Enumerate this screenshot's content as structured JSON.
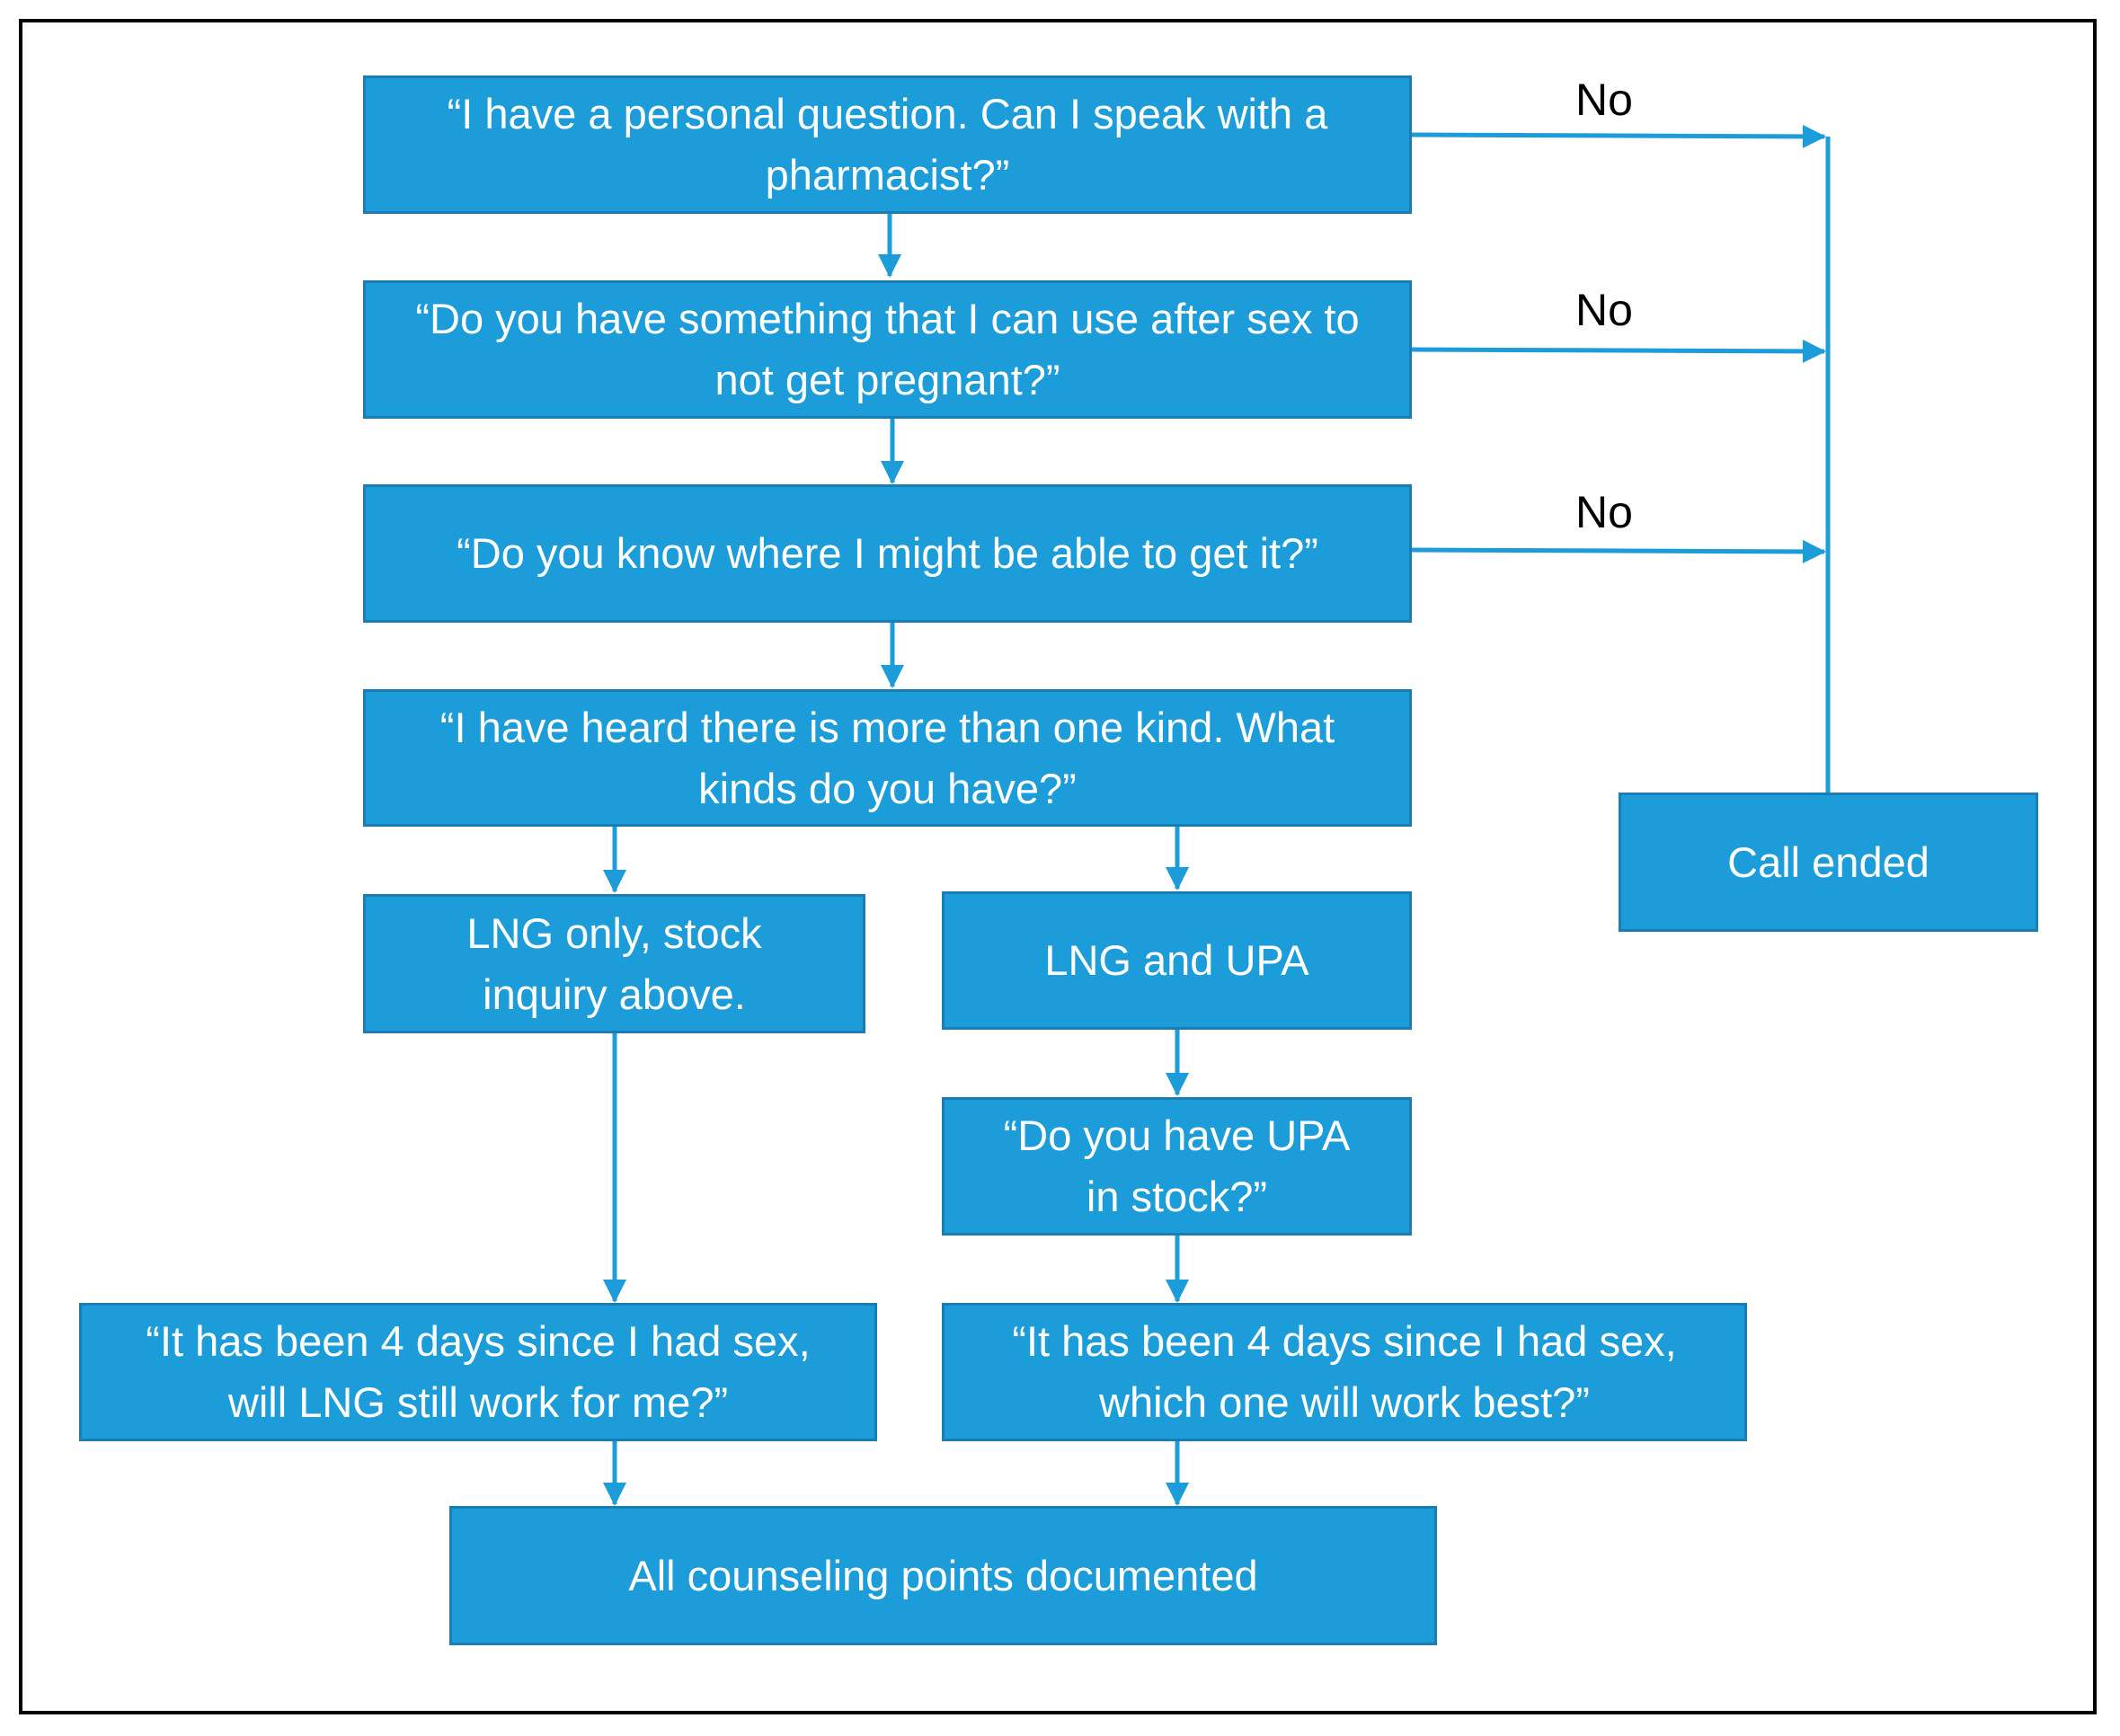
{
  "colors": {
    "node_fill": "#1c9cd8",
    "node_border": "#1a7eb5",
    "connector": "#1c9cd8",
    "label_text": "#000000",
    "frame": "#000000"
  },
  "nodes": {
    "q1": "“I have a personal question. Can I speak with a pharmacist?”",
    "q2": "“Do you have something that I can use after sex to not get pregnant?”",
    "q3": "“Do you know where I might be able to get it?”",
    "q4": "“I have heard there is more than one kind. What kinds do you have?”",
    "lng_only": "LNG only, stock inquiry above.",
    "lng_upa": "LNG and UPA",
    "upa_stock": "“Do you have UPA in stock?”",
    "lng_work": "“It has been 4 days since I had sex, will LNG still work for me?”",
    "which_best": "“It has been 4 days since I had sex, which one will work best?”",
    "counseling": "All counseling points documented",
    "call_ended": "Call ended"
  },
  "edge_labels": {
    "no_1": "No",
    "no_2": "No",
    "no_3": "No"
  }
}
